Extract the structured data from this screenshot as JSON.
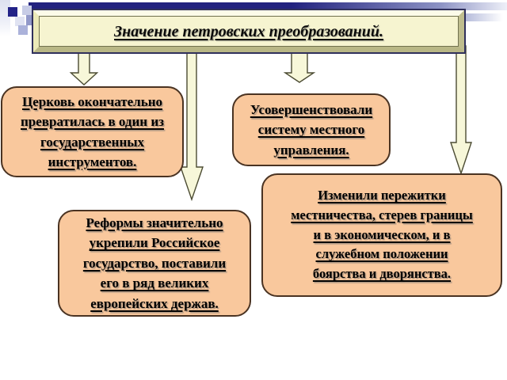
{
  "slide": {
    "title": "Значение петровских преобразований.",
    "boxes": {
      "church": {
        "lines": [
          "Церковь окончательно",
          "превратилась в один из",
          "государственных",
          "инструментов."
        ]
      },
      "local_government": {
        "lines": [
          "Усовершенствовали",
          "систему местного",
          "управления."
        ]
      },
      "mestnichestvo": {
        "lines": [
          "Изменили пережитки",
          "местничества, стерев границы",
          "и в экономическом, и в",
          "служебном положении",
          "боярства и дворянства."
        ]
      },
      "reforms": {
        "lines": [
          "Реформы значительно",
          "укрепили Российское",
          "государство, поставили",
          "его в ряд великих",
          "европейских держав."
        ]
      }
    },
    "colors": {
      "panel_fill": "#f6f4d0",
      "panel_bevel_light": "#fcfbe9",
      "panel_bevel_dark": "#b9b786",
      "box_fill": "#f9c89d",
      "box_border": "#4a3322",
      "arrow_fill": "#f7f7d9",
      "arrow_stroke": "#4b4b32",
      "bar_navy": "#22227f",
      "square_navy": "#232388",
      "square_light": "#c7cce6",
      "square_lavender": "#abb2da"
    }
  }
}
